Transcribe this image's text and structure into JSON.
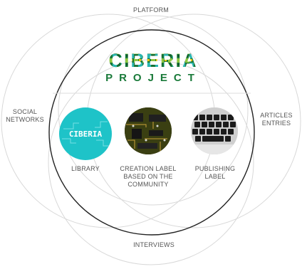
{
  "labels": {
    "platform": "PLATFORM",
    "social_networks": [
      "SOCIAL",
      "NETWORKS"
    ],
    "articles_entries": [
      "ARTICLES",
      "ENTRIES"
    ],
    "interviews": "INTERVIEWS",
    "library": "LIBRARY",
    "creation_label": [
      "CREATION LABEL",
      "BASED ON THE",
      "COMMUNITY"
    ],
    "publishing_label": [
      "PUBLISHING",
      "LABEL"
    ]
  },
  "logo": {
    "title": "CIBERIA",
    "subtitle": "PROJECT",
    "colors": [
      "#1a7a3a",
      "#8cc63f",
      "#2ab5b0",
      "#f2c500"
    ]
  },
  "library_badge": {
    "text": "CIBERIA",
    "color": "#1ec3c8"
  },
  "icons": [
    "library-badge",
    "circuit-board-icon",
    "keyboard-icon"
  ]
}
